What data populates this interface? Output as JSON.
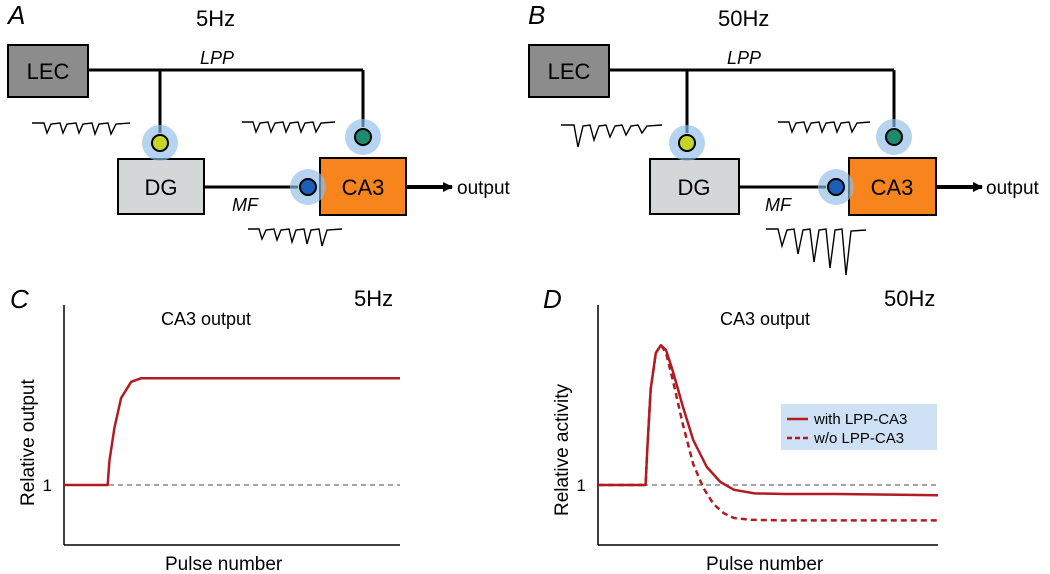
{
  "colors": {
    "lec": "#8c8c8c",
    "dg": "#d4d7d8",
    "ca3": "#f7841c",
    "halo": "#8fbde8",
    "dg_synapse": "#c6d42a",
    "ca3_lpp_synapse": "#1f8a6e",
    "mf_synapse": "#1b5fb8",
    "curve": "#b01c21",
    "baseline": "#888888",
    "legend_bg": "#cfe2f5"
  },
  "panels": {
    "A": {
      "letter": "A",
      "freq": "5Hz",
      "lec_label": "LEC",
      "dg_label": "DG",
      "ca3_label": "CA3",
      "lpp_label": "LPP",
      "mf_label": "MF",
      "output_label": "output"
    },
    "B": {
      "letter": "B",
      "freq": "50Hz",
      "lec_label": "LEC",
      "dg_label": "DG",
      "ca3_label": "CA3",
      "lpp_label": "LPP",
      "mf_label": "MF",
      "output_label": "output"
    }
  },
  "chart_data": [
    {
      "panel": "C",
      "type": "line",
      "title": "CA3 output",
      "freq_label": "5Hz",
      "xlabel": "Pulse number",
      "ylabel": "Relative output",
      "yticks": [
        1
      ],
      "ylim": [
        0,
        4
      ],
      "xlim": [
        0,
        10
      ],
      "baseline": 1,
      "series": [
        {
          "style": "solid",
          "x": [
            0,
            1.3,
            1.35,
            1.5,
            1.7,
            2.0,
            2.3,
            10
          ],
          "y": [
            1,
            1,
            1.4,
            1.95,
            2.45,
            2.72,
            2.78,
            2.78
          ]
        }
      ]
    },
    {
      "panel": "D",
      "type": "line",
      "title": "CA3 output",
      "freq_label": "50Hz",
      "xlabel": "Pulse number",
      "ylabel": "Relative activity",
      "yticks": [
        1
      ],
      "ylim": [
        0,
        4
      ],
      "xlim": [
        0,
        10
      ],
      "baseline": 1,
      "legend_position": "right",
      "series": [
        {
          "name": "with LPP-CA3",
          "style": "solid",
          "x": [
            0,
            1.4,
            1.45,
            1.55,
            1.7,
            1.85,
            2.0,
            2.2,
            2.5,
            2.8,
            3.2,
            3.6,
            4.0,
            4.6,
            5.5,
            7.0,
            10
          ],
          "y": [
            1,
            1,
            1.6,
            2.6,
            3.2,
            3.33,
            3.25,
            2.9,
            2.3,
            1.75,
            1.3,
            1.05,
            0.92,
            0.86,
            0.85,
            0.85,
            0.83
          ]
        },
        {
          "name": "w/o LPP-CA3",
          "style": "dashed",
          "x": [
            0,
            1.4,
            1.45,
            1.55,
            1.7,
            1.85,
            2.0,
            2.2,
            2.5,
            2.8,
            3.1,
            3.4,
            3.7,
            4.0,
            4.5,
            5.5,
            7.0,
            10
          ],
          "y": [
            1,
            1,
            1.6,
            2.6,
            3.2,
            3.33,
            3.2,
            2.75,
            2.0,
            1.35,
            0.95,
            0.68,
            0.53,
            0.45,
            0.42,
            0.41,
            0.41,
            0.41
          ]
        }
      ]
    }
  ]
}
